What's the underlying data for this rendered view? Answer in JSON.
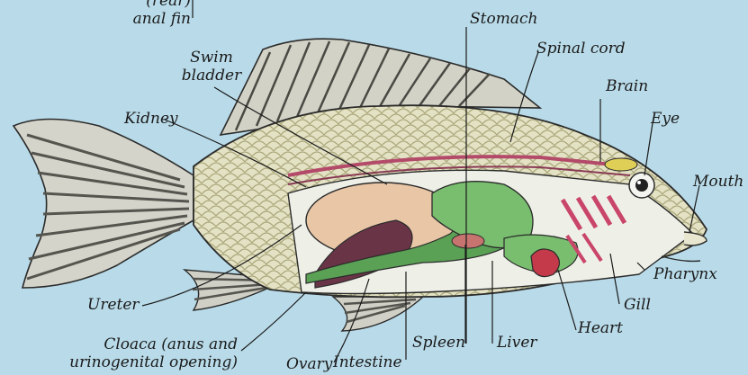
{
  "diagram": {
    "labels": {
      "anal_fin_top": "(rear)",
      "anal_fin": "anal fin",
      "stomach": "Stomach",
      "spinal_cord": "Spinal cord",
      "swim_bladder_1": "Swim",
      "swim_bladder_2": "bladder",
      "brain": "Brain",
      "kidney": "Kidney",
      "eye": "Eye",
      "mouth": "Mouth",
      "pharynx": "Pharynx",
      "ureter": "Ureter",
      "gill": "Gill",
      "heart": "Heart",
      "cloaca_1": "Cloaca (anus and",
      "cloaca_2": "urinogenital opening)",
      "ovary": "Ovary",
      "intestine": "Intestine",
      "spleen": "Spleen",
      "liver": "Liver"
    },
    "colors": {
      "background": "#b9dbe9",
      "body": "#e8e6cf",
      "scales": "#c9c79a",
      "fin": "#cfcfc4",
      "fin_stripe": "#5b5b55",
      "swim_bladder": "#e8c6a6",
      "stomach": "#79bd6f",
      "intestine": "#5aa155",
      "kidney": "#b44a6a",
      "ovary": "#5a2a3a",
      "heart": "#c43a4a",
      "gill": "#c9466a",
      "brain": "#e0cf57",
      "outline": "#2b2b2b"
    }
  }
}
